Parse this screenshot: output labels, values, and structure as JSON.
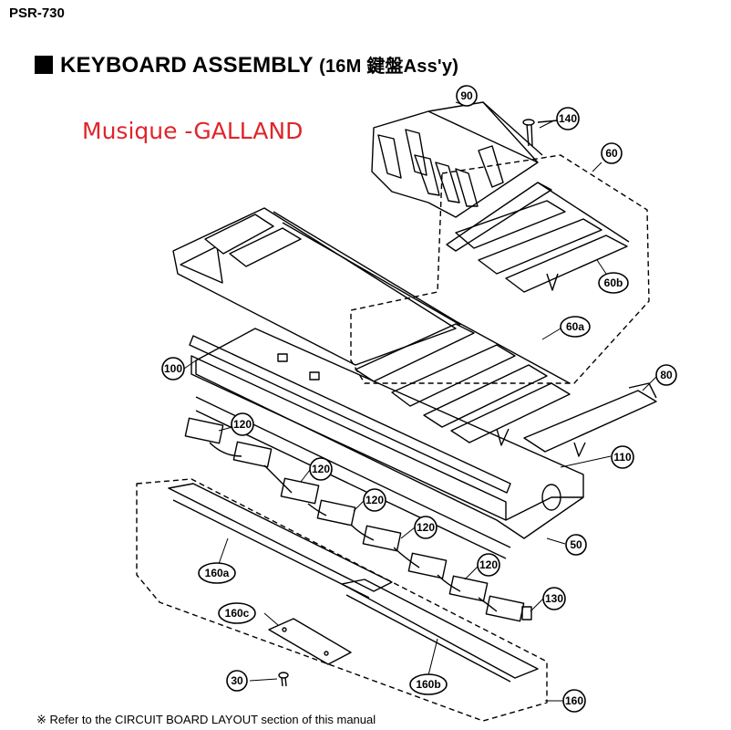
{
  "header": {
    "model": "PSR-730",
    "title_main": "KEYBOARD ASSEMBLY",
    "title_sub": "(16M 鍵盤Ass'y)"
  },
  "watermark": "Musique -GALLAND",
  "footnote": "※ Refer to the CIRCUIT BOARD LAYOUT section of this manual",
  "callouts": {
    "c90": "90",
    "c140": "140",
    "c60": "60",
    "c60b": "60b",
    "c60a": "60a",
    "c100": "100",
    "c80": "80",
    "c110": "110",
    "c120a": "120",
    "c120b": "120",
    "c120c": "120",
    "c120d": "120",
    "c120e": "120",
    "c50": "50",
    "c160a": "160a",
    "c160c": "160c",
    "c130": "130",
    "c30": "30",
    "c160b": "160b",
    "c160": "160"
  }
}
